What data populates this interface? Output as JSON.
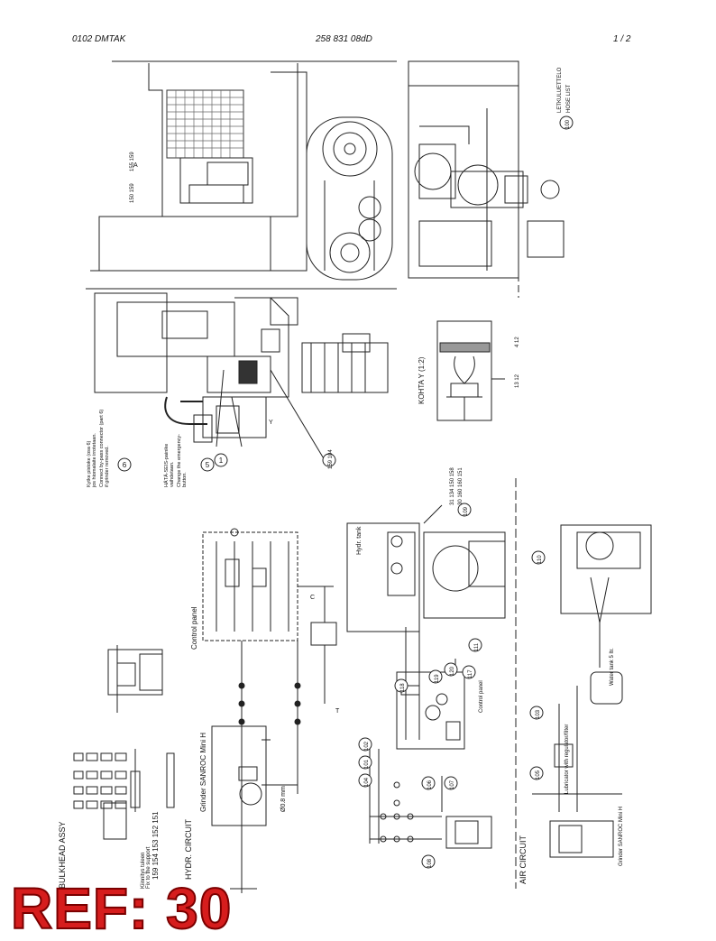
{
  "header": {
    "left": "0102  DMTAK",
    "center": "258 831 08dD",
    "right": "1 / 2"
  },
  "titles": {
    "bulkhead": "BULKHEAD ASSY",
    "hydr_circuit": "HYDR. CIRCUIT",
    "grinder": "Grinder SANROC Mini H",
    "air_circuit": "AIR CIRCUIT",
    "grinder_air": "Grinder SANROC Mini H",
    "control_panel": "Control panel",
    "control_panel_2": "Control panel",
    "hydr_tank": "Hydr. tank",
    "water_tank": "Water tank 5 ltr.",
    "lubricator": "Lubricator with regulator/filter",
    "kohta": "KOHTA  Y (1:2)",
    "hose_list_fi": "LETKULUETTELO",
    "hose_list_en": "HOSE LIST",
    "kiinnitys": "Kiinnitys tuleen",
    "kiinnitys_2": "Fix to the support",
    "orifice": "Ø0.8 mm"
  },
  "notes": {
    "note1_fi": "Kytke pistoke (osa 6)",
    "note1_fi2": "jos hiomalaite irrotetaan.",
    "note1_en": "Connect by-pass connector (part 6)",
    "note1_en2": "if grinder removed.",
    "note2_fi": "HÄTÄ-SEIS-painike",
    "note2_fi2": "vaihdetaan.",
    "note2_en": "Change the emergency-",
    "note2_en2": "button."
  },
  "callouts": {
    "c6": "6",
    "c5": "5",
    "c1": "1",
    "c159_104": "159 104",
    "c150_159": "150 159",
    "c155_159": "155 159",
    "c13_12": "13 12",
    "c4_12": "4 12",
    "c100": "100",
    "c109": "109",
    "c31_134": "31 134 150 158",
    "c30_160": "30 160 160 151",
    "c110": "110",
    "c111": "111",
    "c117": "117",
    "c118": "118",
    "c119": "119",
    "c120": "120",
    "c104": "104",
    "c101": "101",
    "c102": "102",
    "c105": "105",
    "c103": "103",
    "c106": "106",
    "c107": "107",
    "c108": "108",
    "c159_bulk": "159 154 153 152 151"
  },
  "letters": {
    "a": "A",
    "c": "C",
    "y": "Y",
    "t": "T"
  },
  "ref_label": "REF: 30"
}
